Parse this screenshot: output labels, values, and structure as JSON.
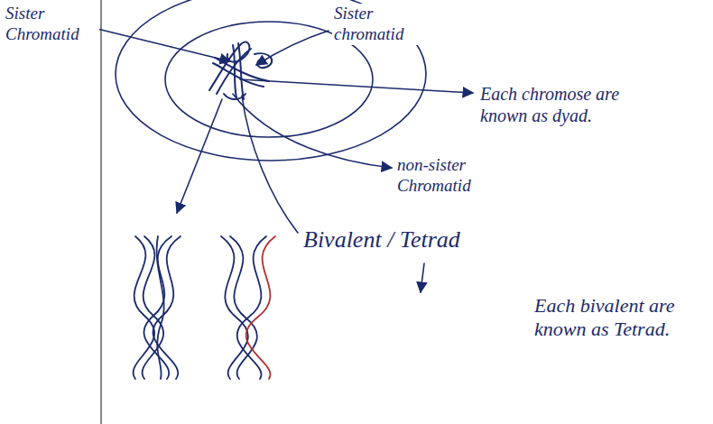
{
  "diagram": {
    "labels": [
      "Sister Chromatid",
      "Sister chromatid",
      "Each chromose are known as dyad.",
      "non-sister Chromatid",
      "Bivalent / Tetrad",
      "Each bivalent are known as Tetrad."
    ]
  }
}
